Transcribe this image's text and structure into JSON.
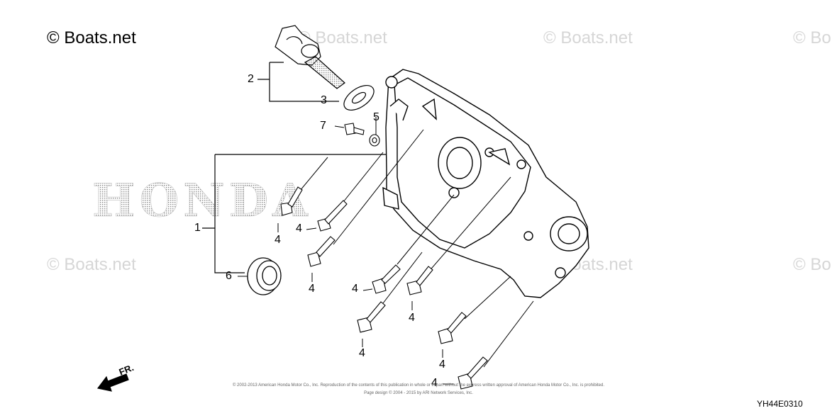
{
  "watermark": {
    "main": "© Boats.net",
    "repeat": "© Boats.net",
    "partial": "© Bo",
    "brand": "HONDA"
  },
  "callouts": {
    "c1": "1",
    "c2": "2",
    "c3": "3",
    "c4": "4",
    "c5": "5",
    "c6": "6",
    "c7": "7"
  },
  "front_indicator": "FR.",
  "diagram_code": "YH44E0310",
  "copyright": {
    "line1": "© 2002-2013 American Honda Motor Co., Inc. Reproduction of the contents of this publication in whole or in part without the express written approval of American Honda Motor Co., Inc. is prohibited.",
    "line2": "Page design © 2004 - 2015 by ARI Network Services, Inc."
  },
  "colors": {
    "line": "#000000",
    "watermark": "#d6d6d6",
    "stipple": "#9a9a9a"
  }
}
